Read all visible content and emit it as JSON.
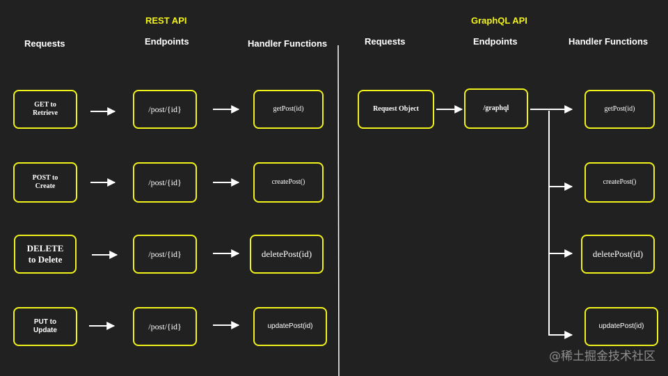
{
  "rest": {
    "title": "REST API",
    "headers": {
      "requests": "Requests",
      "endpoints": "Endpoints",
      "handlers": "Handler Functions"
    },
    "rows": [
      {
        "request": "GET to\nRetrieve",
        "endpoint": "/post/{id}",
        "handler": "getPost(id)"
      },
      {
        "request": "POST to\nCreate",
        "endpoint": "/post/{id}",
        "handler": "createPost()"
      },
      {
        "request": "DELETE\nto Delete",
        "endpoint": "/post/{id}",
        "handler": "deletePost(id)"
      },
      {
        "request": "PUT to\nUpdate",
        "endpoint": "/post/{id}",
        "handler": "updatePost(id)"
      }
    ]
  },
  "graphql": {
    "title": "GraphQL API",
    "headers": {
      "requests": "Requests",
      "endpoints": "Endpoints",
      "handlers": "Handler Functions"
    },
    "request": "Request Object",
    "endpoint": "/graphql",
    "handlers": [
      "getPost(id)",
      "createPost()",
      "deletePost(id)",
      "updatePost(id)"
    ]
  },
  "watermark": "@稀土掘金技术社区",
  "colors": {
    "background": "#212121",
    "accent": "#f3f31c",
    "text": "#ffffff",
    "line": "#ffffff",
    "watermark": "#8e8e8e"
  }
}
